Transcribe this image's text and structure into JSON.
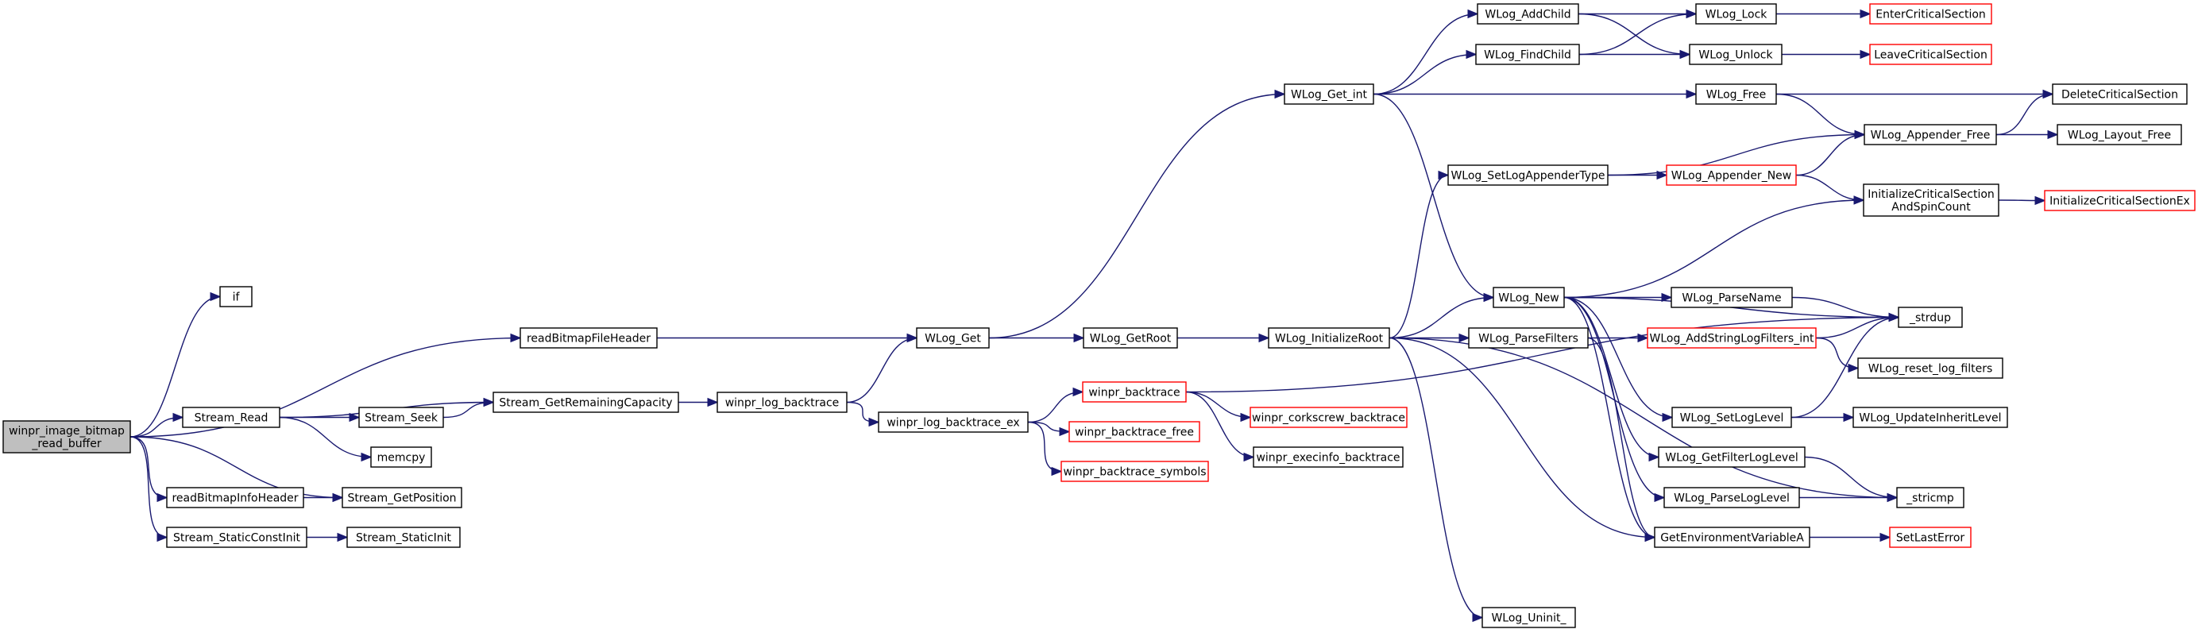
{
  "nodes": {
    "root": [
      "winpr_image_bitmap",
      "_read_buffer"
    ],
    "if_node": [
      "if"
    ],
    "readBitmapFileHeader": [
      "readBitmapFileHeader"
    ],
    "Stream_Read": [
      "Stream_Read"
    ],
    "Stream_Seek": [
      "Stream_Seek"
    ],
    "memcpy": [
      "memcpy"
    ],
    "readBitmapInfoHeader": [
      "readBitmapInfoHeader"
    ],
    "Stream_GetPosition": [
      "Stream_GetPosition"
    ],
    "Stream_StaticConstInit": [
      "Stream_StaticConstInit"
    ],
    "Stream_StaticInit": [
      "Stream_StaticInit"
    ],
    "Stream_GetRemainingCapacity": [
      "Stream_GetRemainingCapacity"
    ],
    "winpr_log_backtrace": [
      "winpr_log_backtrace"
    ],
    "WLog_Get": [
      "WLog_Get"
    ],
    "winpr_log_backtrace_ex": [
      "winpr_log_backtrace_ex"
    ],
    "winpr_backtrace": [
      "winpr_backtrace"
    ],
    "winpr_backtrace_free": [
      "winpr_backtrace_free"
    ],
    "winpr_backtrace_symbols": [
      "winpr_backtrace_symbols"
    ],
    "WLog_GetRoot": [
      "WLog_GetRoot"
    ],
    "WLog_Get_int": [
      "WLog_Get_int"
    ],
    "WLog_InitializeRoot": [
      "WLog_InitializeRoot"
    ],
    "winpr_corkscrew_backtrace": [
      "winpr_corkscrew_backtrace"
    ],
    "winpr_execinfo_backtrace": [
      "winpr_execinfo_backtrace"
    ],
    "WLog_AddChild": [
      "WLog_AddChild"
    ],
    "WLog_FindChild": [
      "WLog_FindChild"
    ],
    "WLog_SetLogAppenderType": [
      "WLog_SetLogAppenderType"
    ],
    "WLog_New": [
      "WLog_New"
    ],
    "WLog_ParseFilters": [
      "WLog_ParseFilters"
    ],
    "WLog_Uninit_": [
      "WLog_Uninit_"
    ],
    "WLog_Lock": [
      "WLog_Lock"
    ],
    "WLog_Unlock": [
      "WLog_Unlock"
    ],
    "WLog_Free": [
      "WLog_Free"
    ],
    "WLog_Appender_New": [
      "WLog_Appender_New"
    ],
    "WLog_ParseName": [
      "WLog_ParseName"
    ],
    "WLog_AddStringLogFilters_int": [
      "WLog_AddStringLogFilters_int"
    ],
    "WLog_SetLogLevel": [
      "WLog_SetLogLevel"
    ],
    "WLog_GetFilterLogLevel": [
      "WLog_GetFilterLogLevel"
    ],
    "WLog_ParseLogLevel": [
      "WLog_ParseLogLevel"
    ],
    "GetEnvironmentVariableA": [
      "GetEnvironmentVariableA"
    ],
    "EnterCriticalSection": [
      "EnterCriticalSection"
    ],
    "LeaveCriticalSection": [
      "LeaveCriticalSection"
    ],
    "DeleteCriticalSection": [
      "DeleteCriticalSection"
    ],
    "WLog_Appender_Free": [
      "WLog_Appender_Free"
    ],
    "WLog_Layout_Free": [
      "WLog_Layout_Free"
    ],
    "InitializeCriticalSectionAndSpinCount": [
      "InitializeCriticalSection",
      "AndSpinCount"
    ],
    "InitializeCriticalSectionEx": [
      "InitializeCriticalSectionEx"
    ],
    "strdup": [
      "_strdup"
    ],
    "WLog_reset_log_filters": [
      "WLog_reset_log_filters"
    ],
    "WLog_UpdateInheritLevel": [
      "WLog_UpdateInheritLevel"
    ],
    "stricmp": [
      "_stricmp"
    ],
    "SetLastError": [
      "SetLastError"
    ]
  },
  "colors": {
    "edge": "#191970",
    "node_border": "#000000",
    "node_border_truncated": "#ff0000",
    "root_fill": "#bfbfbf"
  }
}
